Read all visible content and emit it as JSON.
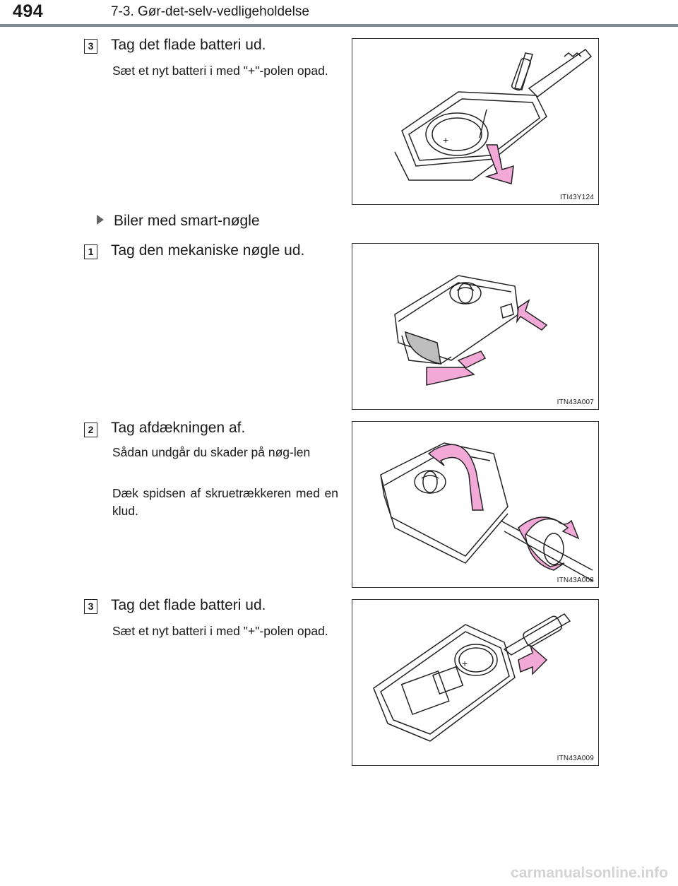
{
  "header": {
    "page_number": "494",
    "section": "7-3. Gør-det-selv-vedligeholdelse"
  },
  "steps": [
    {
      "badge": "3",
      "title": "Tag det flade batteri ud.",
      "body": [
        "Sæt et nyt batteri i med \"+\"-polen opad."
      ],
      "figure_code": "ITI43Y124"
    },
    {
      "badge": "1",
      "title": "Tag den mekaniske nøgle ud.",
      "body": [],
      "figure_code": "ITN43A007"
    },
    {
      "badge": "2",
      "title": "Tag afdækningen af.",
      "body": [
        "Sådan undgår du skader på nøg-len",
        "Dæk spidsen af skruetrækkeren med en klud."
      ],
      "figure_code": "ITN43A008"
    },
    {
      "badge": "3",
      "title": "Tag det flade batteri ud.",
      "body": [
        "Sæt et nyt batteri i med \"+\"-polen opad."
      ],
      "figure_code": "ITN43A009"
    }
  ],
  "subheading": "Biler med smart-nøgle",
  "footer": "carmanualsonline.info",
  "colors": {
    "arrow_pink": "#f2a9d8",
    "rule_gray": "#7f8c95"
  }
}
